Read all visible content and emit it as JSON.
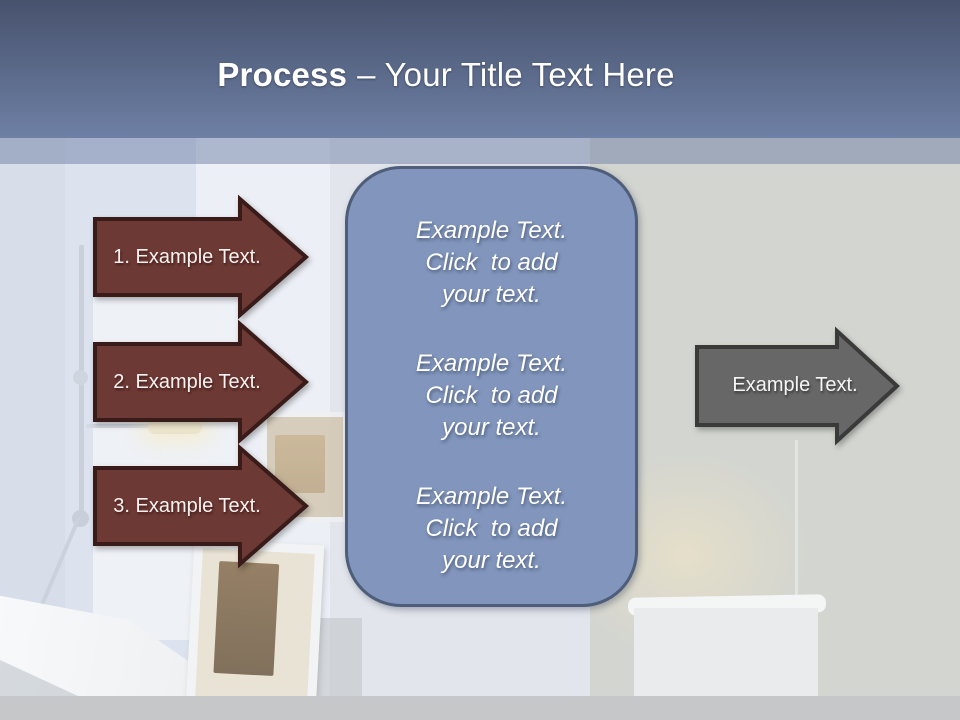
{
  "title": {
    "bold": "Process",
    "rest": "– Your Title Text Here"
  },
  "left_arrows": [
    {
      "label": "1. Example Text."
    },
    {
      "label": "2. Example Text."
    },
    {
      "label": "3. Example Text."
    }
  ],
  "center_panel": {
    "blocks": [
      {
        "lines": [
          "Example Text.",
          "Click  to add",
          "your text."
        ]
      },
      {
        "lines": [
          "Example Text.",
          "Click  to add",
          "your text."
        ]
      },
      {
        "lines": [
          "Example Text.",
          "Click  to add",
          "your text."
        ]
      }
    ]
  },
  "right_arrow": {
    "label": "Example Text."
  },
  "colors": {
    "header_gradient_top": "#47526d",
    "header_gradient_bottom": "#6e80a5",
    "subheader_band": "#8d9bbb",
    "red_arrow_fill": "#6d3934",
    "red_arrow_border": "#391c19",
    "gray_arrow_fill": "#676767",
    "gray_arrow_border": "#3a3a3a",
    "panel_fill": "#8296bd",
    "panel_border": "#4e5d79",
    "text": "#ffffff"
  }
}
